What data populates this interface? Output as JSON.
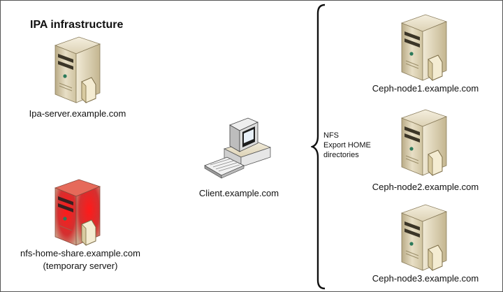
{
  "title": "IPA infrastructure",
  "nodes": {
    "ipa_server": {
      "label": "Ipa-server.example.com"
    },
    "nfs_share": {
      "label_line1": "nfs-home-share.example.com",
      "label_line2": "(temporary server)"
    },
    "client": {
      "label": "Client.example.com"
    },
    "ceph1": {
      "label": "Ceph-node1.example.com"
    },
    "ceph2": {
      "label": "Ceph-node2.example.com"
    },
    "ceph3": {
      "label": "Ceph-node3.example.com"
    }
  },
  "nfs_note": {
    "line1": "NFS",
    "line2": "Export HOME",
    "line3": "directories"
  },
  "colors": {
    "server_body": "#d9ceb0",
    "server_highlight": "#e53030",
    "frame": "#555555"
  }
}
